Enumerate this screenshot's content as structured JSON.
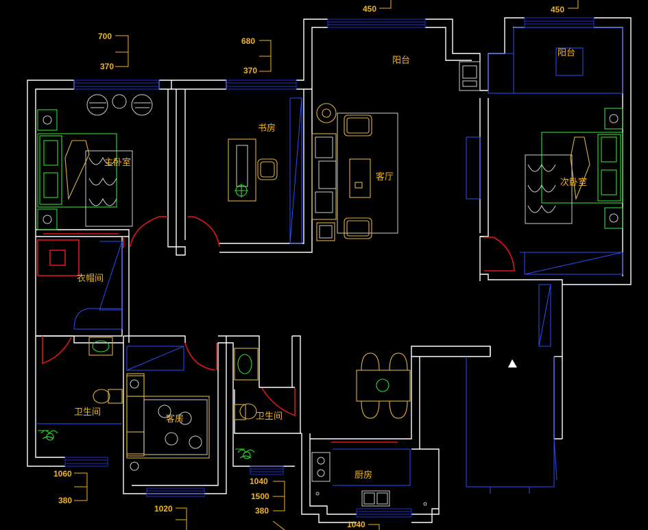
{
  "rooms": {
    "balcony_main": "阳台",
    "balcony_second": "阳台",
    "study": "书房",
    "master_bedroom": "主卧室",
    "living_room": "客厅",
    "second_bedroom": "次卧室",
    "cloakroom": "衣帽间",
    "bathroom_left": "卫生间",
    "guest_room": "客房",
    "bathroom_middle": "卫生间",
    "kitchen": "厨房"
  },
  "dimensions": {
    "top_center": "450",
    "top_right": "450",
    "top_left_a": "700",
    "top_left_b": "370",
    "top_mid_a": "680",
    "top_mid_b": "370",
    "bottom_left_a": "1060",
    "bottom_left_b": "380",
    "bottom_mid": "1020",
    "bottom_center_a": "1040",
    "bottom_center_b": "1500",
    "bottom_center_c": "380",
    "bottom_kitchen": "1040"
  },
  "colors": {
    "background": "#000000",
    "wall": "#ffffff",
    "window": "#1f2fd0",
    "door": "#e01818",
    "furniture": "#e2b23a",
    "plants": "#2ee02e",
    "label": "#f2b51b"
  }
}
